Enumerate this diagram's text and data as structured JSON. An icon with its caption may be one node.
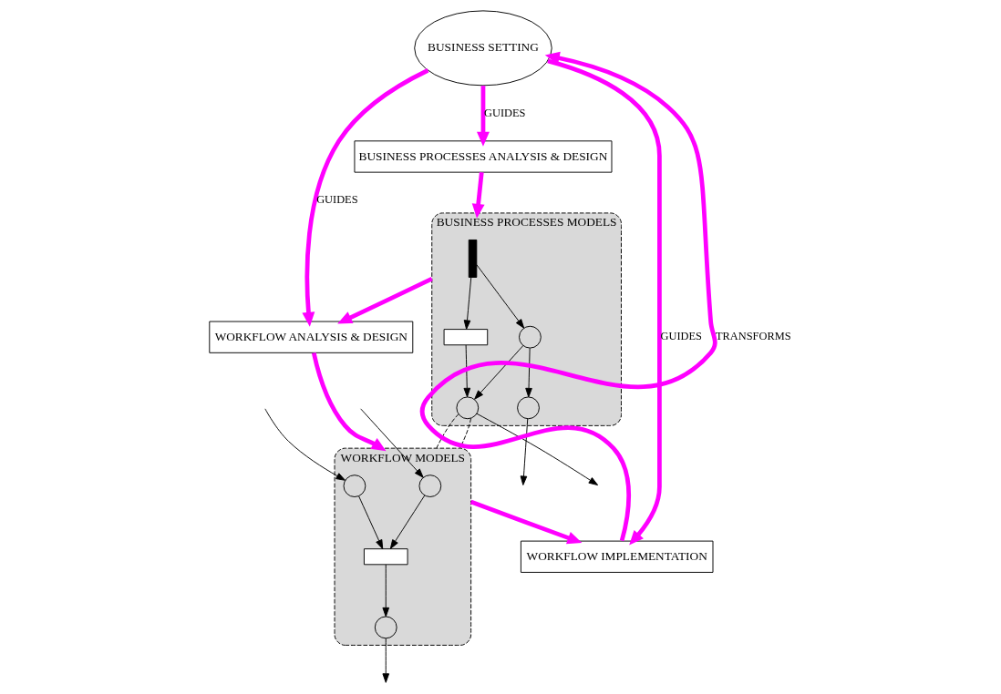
{
  "diagram": {
    "nodes": [
      {
        "text": [
          "BUSINESS SETTING"
        ]
      },
      {
        "text": [
          "BUSINESS PROCESSES ANALYSIS & DESIGN"
        ]
      },
      {
        "text": [
          "BUSINESS PROCESSES MODELS"
        ]
      },
      {
        "text": [],
        "shape": "bar",
        "in": 2
      },
      {
        "text": [],
        "shape": "circle",
        "in": 2
      },
      {
        "text": [],
        "shape": "circle",
        "in": 2
      },
      {
        "text": [],
        "shape": "box",
        "in": 2
      },
      {
        "text": [],
        "shape": "circle",
        "in": 2
      },
      {
        "text": [
          "WORKFLOW ANALYSIS & DESIGN"
        ]
      },
      {
        "text": [
          "WORKFLOW MODELS"
        ]
      },
      {
        "text": [],
        "shape": "circle",
        "in": 9
      },
      {
        "text": [],
        "shape": "circle",
        "in": 9
      },
      {
        "text": [],
        "shape": "box",
        "in": 9
      },
      {
        "text": [],
        "shape": "circle",
        "in": 9
      },
      {
        "text": [
          "WORKFLOW IMPLEMENTATION"
        ]
      }
    ],
    "edges": [
      {
        "from": 0,
        "to": 1,
        "arrow": "to",
        "label": "GUIDES",
        "style": "thick",
        "color": "#ff00ff"
      },
      {
        "from": 1,
        "to": 2,
        "arrow": "to",
        "style": "thick",
        "color": "#ff00ff"
      },
      {
        "from": 3,
        "to": 4,
        "arrow": "to"
      },
      {
        "from": 3,
        "to": 6,
        "arrow": "to"
      },
      {
        "from": 4,
        "to": 5,
        "arrow": "to"
      },
      {
        "from": 4,
        "to": 7,
        "arrow": "to"
      },
      {
        "from": 6,
        "to": 7,
        "arrow": "to"
      },
      {
        "from": 5,
        "to": null,
        "arrow": "to"
      },
      {
        "from": 7,
        "to": null,
        "arrow": "to"
      },
      {
        "from": 0,
        "to": 8,
        "arrow": "to",
        "label": "GUIDES",
        "style": "thick",
        "color": "#ff00ff"
      },
      {
        "from": 2,
        "to": 8,
        "arrow": "to",
        "style": "thick",
        "color": "#ff00ff"
      },
      {
        "from": 7,
        "to": 9,
        "arrow": "none",
        "style": "dashed"
      },
      {
        "from": 7,
        "to": 9,
        "arrow": "none",
        "style": "dashed"
      },
      {
        "from": 8,
        "to": 9,
        "arrow": "to",
        "style": "thick",
        "color": "#ff00ff"
      },
      {
        "from": null,
        "to": 10,
        "arrow": "to"
      },
      {
        "from": null,
        "to": 11,
        "arrow": "to"
      },
      {
        "from": 10,
        "to": 12,
        "arrow": "to"
      },
      {
        "from": 11,
        "to": 12,
        "arrow": "to"
      },
      {
        "from": 12,
        "to": 13,
        "arrow": "to"
      },
      {
        "from": 13,
        "to": null,
        "arrow": "to"
      },
      {
        "from": 0,
        "to": 14,
        "arrow": "to",
        "label": "GUIDES",
        "style": "thick",
        "color": "#ff00ff"
      },
      {
        "from": 9,
        "to": 14,
        "arrow": "to",
        "style": "thick",
        "color": "#ff00ff"
      },
      {
        "from": 14,
        "to": 0,
        "arrow": "to",
        "label": "TRANSFORMS",
        "style": "thick",
        "color": "#ff00ff"
      }
    ]
  }
}
